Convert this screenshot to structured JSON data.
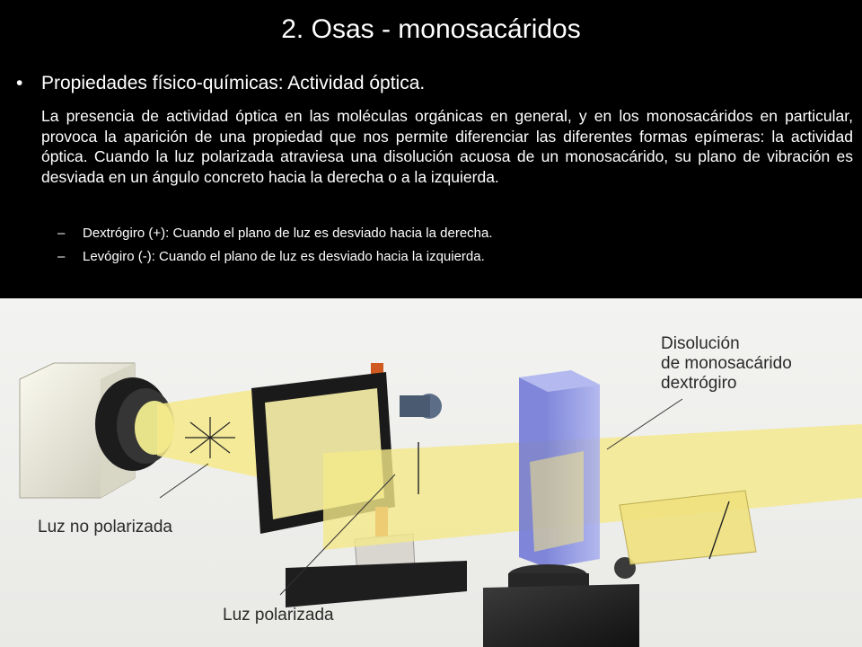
{
  "slide": {
    "title": "2. Osas - monosacáridos",
    "bullet": {
      "symbol": "•",
      "text": "Propiedades físico-químicas: Actividad óptica."
    },
    "paragraph": "La presencia de actividad óptica en las moléculas orgánicas en general, y en los monosacáridos en particular, provoca la aparición de una propiedad que nos permite diferenciar las diferentes formas epímeras: la actividad óptica.  Cuando la luz polarizada atraviesa una disolución acuosa de un monosacárido, su plano de vibración es desviada en un ángulo concreto hacia la derecha o a la izquierda.",
    "subitems": [
      {
        "dash": "–",
        "text": "Dextrógiro (+): Cuando el plano de luz es desviado hacia la derecha."
      },
      {
        "dash": "–",
        "text": "Levógiro (-): Cuando el plano de luz es desviado hacia la izquierda."
      }
    ]
  },
  "figure": {
    "label_solution_line1": "Disolución",
    "label_solution_line2": "de monosacárido",
    "label_solution_line3": "dextrógiro",
    "label_unpolarized": "Luz no polarizada",
    "label_polarized": "Luz polarizada"
  },
  "colors": {
    "background": "#000000",
    "text": "#ffffff",
    "beam": "#f4e98a",
    "solution": "#7f86e0"
  }
}
